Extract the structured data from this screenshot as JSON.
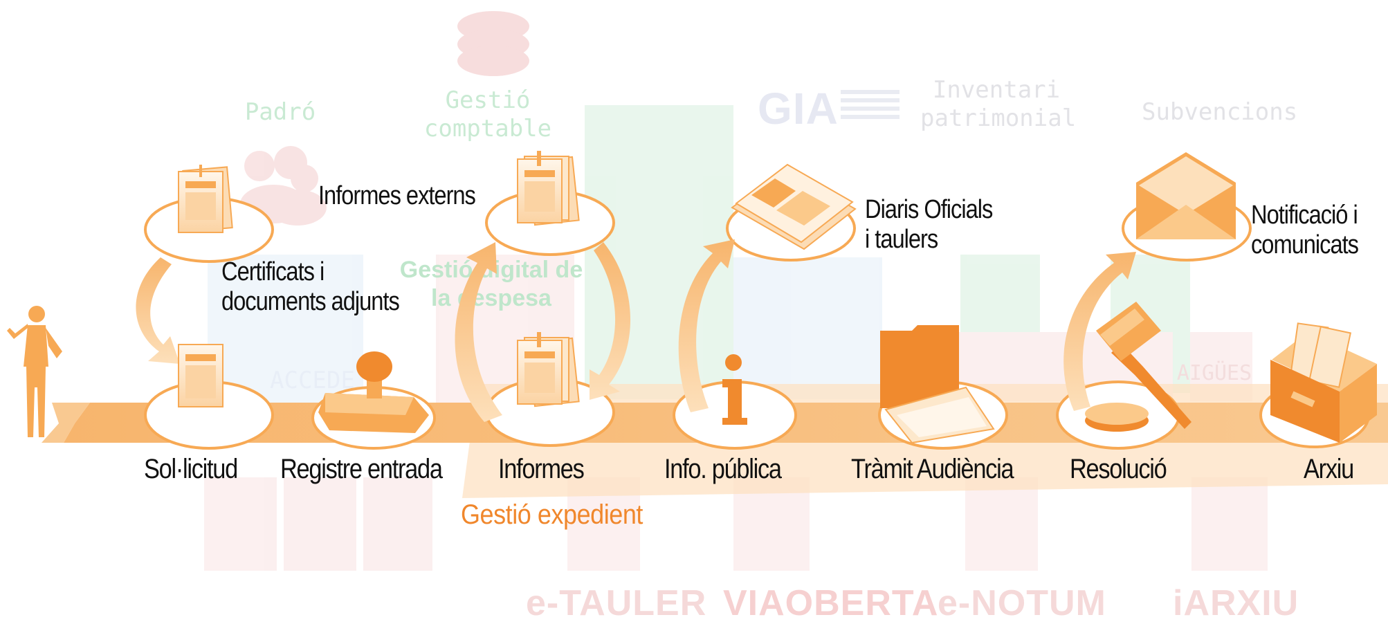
{
  "steps": [
    {
      "id": "sollicitud",
      "label": "Sol·licitud"
    },
    {
      "id": "registre",
      "label": "Registre entrada"
    },
    {
      "id": "informes",
      "label": "Informes"
    },
    {
      "id": "infopublica",
      "label": "Info. pública"
    },
    {
      "id": "audiencia",
      "label": "Tràmit Audiència"
    },
    {
      "id": "resolucio",
      "label": "Resolució"
    },
    {
      "id": "arxiu",
      "label": "Arxiu"
    }
  ],
  "documents": {
    "certificats": "Certificats i\ndocuments adjunts",
    "informes_externs": "Informes externs",
    "diaris": "Diaris Oficials\ni taulers",
    "notificacio": "Notificació i\ncomunicats"
  },
  "stage_label": "Gestió expedient",
  "background": {
    "modules": [
      {
        "id": "padro",
        "label": "Padró"
      },
      {
        "id": "gestio-comptable",
        "label": "Gestió\ncomptable"
      },
      {
        "id": "gia",
        "label": "GIA"
      },
      {
        "id": "inventari",
        "label": "Inventari\npatrimonial"
      },
      {
        "id": "subvencions",
        "label": "Subvencions"
      },
      {
        "id": "gestio-despesa",
        "label": "Gestió digital de\nla despesa"
      },
      {
        "id": "accede",
        "label": "ACCEDE"
      },
      {
        "id": "aigues",
        "label": "AIGÜES"
      }
    ],
    "logos": [
      {
        "id": "e-tauler",
        "label": "e-TAULER"
      },
      {
        "id": "via-oberta",
        "label": "VIAOBERTA"
      },
      {
        "id": "e-notum",
        "label": "e-NOTUM"
      },
      {
        "id": "iarxiu",
        "label": "iARXIU"
      }
    ]
  },
  "colors": {
    "accent": "#f0872c",
    "accent_light": "#f9c07e",
    "band": "#f7b56d",
    "bg_green": "#c9ead3",
    "bg_red": "#f6d4d4",
    "bg_blue": "#d3e4f4"
  }
}
